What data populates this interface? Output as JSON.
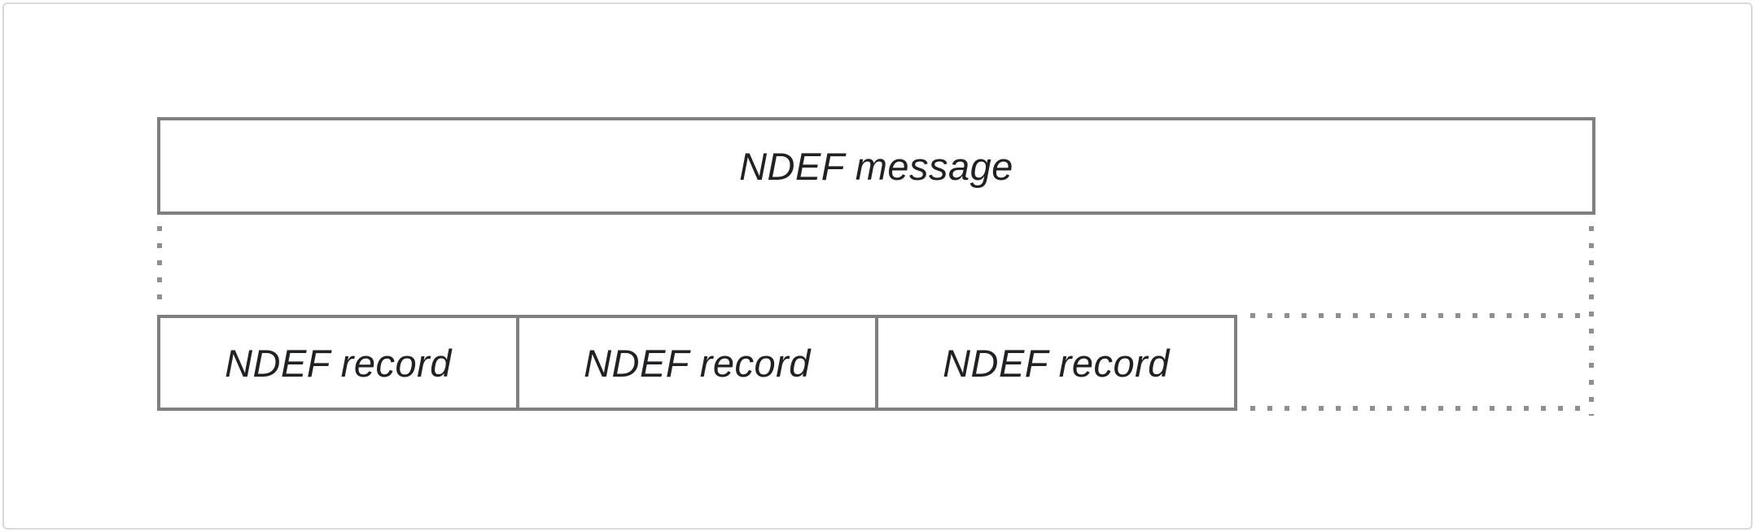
{
  "diagram": {
    "message_box": {
      "label": "NDEF message"
    },
    "record_boxes": [
      {
        "label": "NDEF record"
      },
      {
        "label": "NDEF record"
      },
      {
        "label": "NDEF record"
      }
    ],
    "colors": {
      "box_border": "#7f7f7f",
      "dotted_line": "#8f8f8f",
      "text": "#202124",
      "frame_border": "#d9d9d9",
      "background": "#ffffff"
    }
  }
}
